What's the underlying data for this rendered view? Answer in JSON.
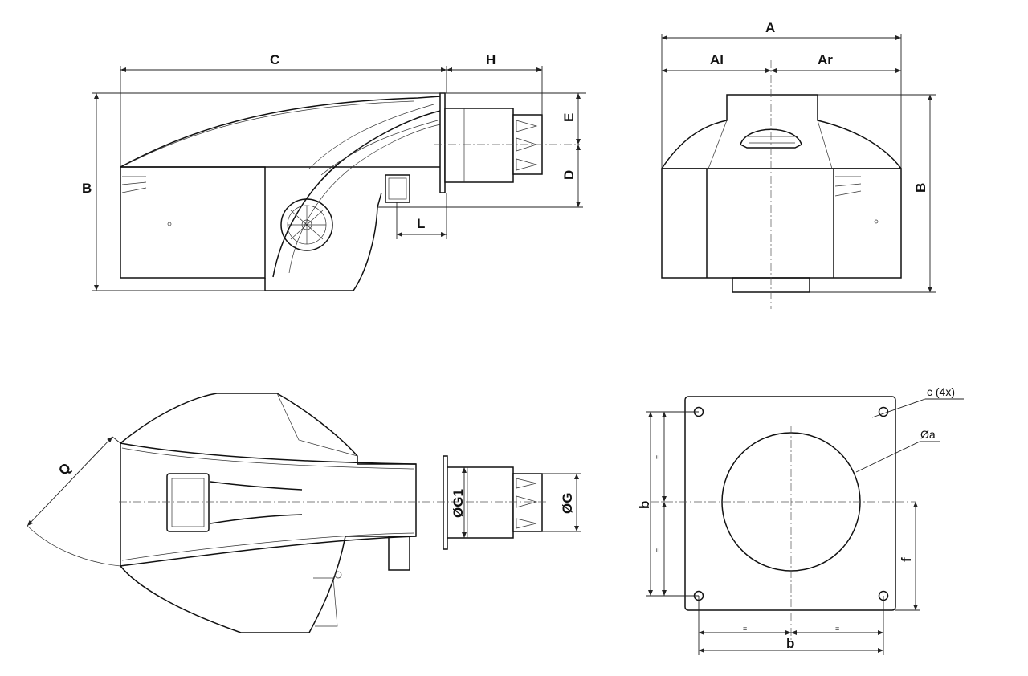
{
  "labels": {
    "A": "A",
    "Al": "Al",
    "Ar": "Ar",
    "B_side": "B",
    "B_front": "B",
    "C": "C",
    "H": "H",
    "E": "E",
    "D": "D",
    "L": "L",
    "Q": "Q",
    "G1": "ØG1",
    "G": "ØG",
    "c4x": "c (4x)",
    "a": "Øa",
    "b_vert": "b",
    "b_horiz": "b",
    "f": "f",
    "eq": "="
  },
  "colors": {
    "line": "#111111",
    "background": "#ffffff"
  }
}
